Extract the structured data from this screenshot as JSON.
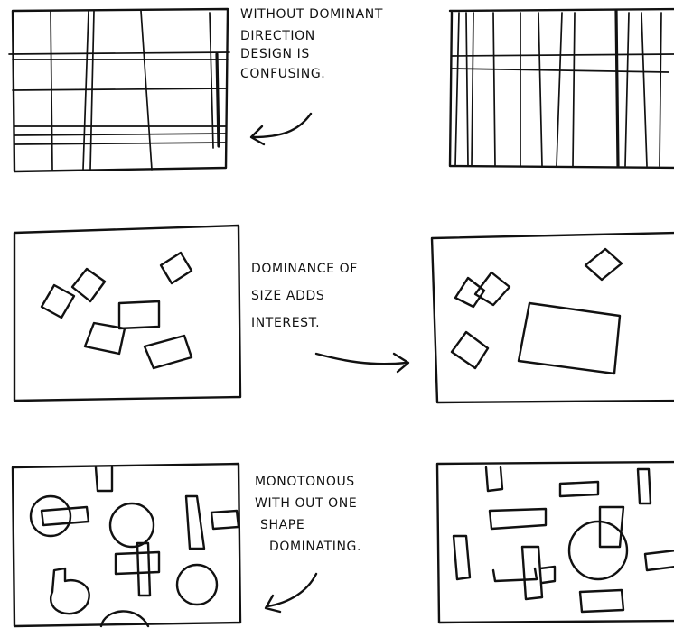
{
  "notes": {
    "direction": {
      "line1": "WITHOUT DOMINANT",
      "line2": "DIRECTION",
      "line3": "DESIGN IS",
      "line4": "CONFUSING."
    },
    "size": {
      "line1": "DOMINANCE OF",
      "line2": "SIZE ADDS",
      "line3": "INTEREST."
    },
    "shape": {
      "line1": "MONOTONOUS",
      "line2": "WITH OUT ONE",
      "line3": "SHAPE",
      "line4": "DOMINATING."
    }
  }
}
